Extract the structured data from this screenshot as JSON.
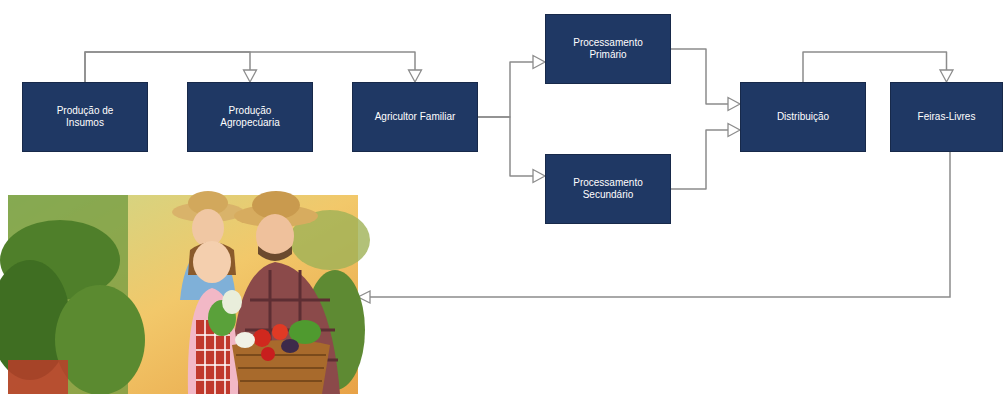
{
  "diagram": {
    "nodes": [
      {
        "text": [
          "Produção de Insumos"
        ]
      },
      {
        "text": [
          "Produção Agropecúaria"
        ]
      },
      {
        "text": [
          "Agricultor Familiar"
        ]
      },
      {
        "text": [
          "Processamento Primário"
        ]
      },
      {
        "text": [
          "Processamento Secundário"
        ]
      },
      {
        "text": [
          "Distribuição"
        ]
      },
      {
        "text": [
          "Feiras-Livres"
        ]
      }
    ],
    "edges": [
      {
        "from": 0,
        "to": 1,
        "arrow": "to"
      },
      {
        "from": 0,
        "to": 2,
        "arrow": "to"
      },
      {
        "from": 2,
        "to": 3,
        "arrow": "to"
      },
      {
        "from": 2,
        "to": 4,
        "arrow": "to"
      },
      {
        "from": 3,
        "to": 5,
        "arrow": "to"
      },
      {
        "from": 4,
        "to": 5,
        "arrow": "to"
      },
      {
        "from": 5,
        "to": 6,
        "arrow": "to"
      }
    ]
  }
}
